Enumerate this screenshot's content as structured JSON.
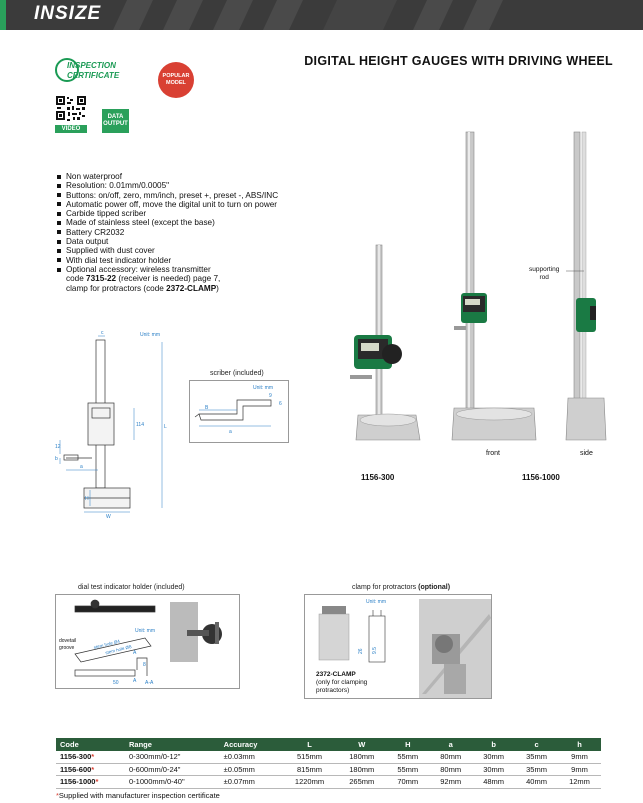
{
  "header": {
    "brand": "INSIZE"
  },
  "title": "DIGITAL HEIGHT GAUGES WITH DRIVING WHEEL",
  "badges": {
    "cert_line1": "INSPECTION",
    "cert_line2": "CERTIFICATE",
    "popular_line1": "POPULAR",
    "popular_line2": "MODEL",
    "video": "VIDEO",
    "data_line1": "DATA",
    "data_line2": "OUTPUT"
  },
  "features": [
    "Non waterproof",
    "Resolution: 0.01mm/0.0005\"",
    "Buttons: on/off, zero, mm/inch, preset +, preset -, ABS/INC",
    "Automatic power off, move the digital unit to turn on power",
    "Carbide tipped scriber",
    "Made of stainless steel (except the base)",
    "Battery CR2032",
    "Data output",
    "Supplied with dust cover",
    "With dial test indicator holder"
  ],
  "optional": {
    "line1": "Optional accessory: wireless transmitter",
    "line2_pre": "code ",
    "line2_code": "7315-22",
    "line2_post": " (receiver is needed) page 7,",
    "line3_pre": "clamp for protractors (code ",
    "line3_code": "2372-CLAMP",
    "line3_post": ")"
  },
  "drawing": {
    "unit": "Unit: mm",
    "c": "c",
    "L": "L",
    "h114": "114",
    "b": "b",
    "h12": "12",
    "a": "a",
    "H": "H",
    "W": "W"
  },
  "scriber": {
    "caption": "scriber (included)",
    "unit": "Unit: mm",
    "a": "a",
    "B": "B",
    "n9": "9",
    "n6": "6"
  },
  "photos": {
    "supporting_rod_line1": "supporting",
    "supporting_rod_line2": "rod",
    "front": "front",
    "side": "side",
    "model_300": "1156-300",
    "model_1000": "1156-1000"
  },
  "dial_holder": {
    "caption": "dial test indicator holder (included)",
    "unit": "Unit: mm",
    "dovetail_line1": "dovetail",
    "dovetail_line2": "groove",
    "stem1": "stem hole Ø4",
    "stem2": "stem hole Ø8",
    "A1": "A",
    "A2": "A",
    "aa": "A-A",
    "n50": "50",
    "n8": "8"
  },
  "clamp": {
    "caption_pre": "clamp for protractors ",
    "caption_opt": "(optional)",
    "unit": "Unit: mm",
    "n26": "26",
    "n95": "9.5",
    "label_code": "2372-CLAMP",
    "label_line2": "(only for clamping",
    "label_line3": "protractors)"
  },
  "table": {
    "headers": [
      "Code",
      "Range",
      "Accuracy",
      "L",
      "W",
      "H",
      "a",
      "b",
      "c",
      "h"
    ],
    "rows": [
      [
        "1156-300",
        "0-300mm/0-12\"",
        "±0.03mm",
        "515mm",
        "180mm",
        "55mm",
        "80mm",
        "30mm",
        "35mm",
        "9mm"
      ],
      [
        "1156-600",
        "0-600mm/0-24\"",
        "±0.05mm",
        "815mm",
        "180mm",
        "55mm",
        "80mm",
        "30mm",
        "35mm",
        "9mm"
      ],
      [
        "1156-1000",
        "0-1000mm/0-40\"",
        "±0.07mm",
        "1220mm",
        "265mm",
        "70mm",
        "92mm",
        "48mm",
        "40mm",
        "12mm"
      ]
    ],
    "star": "*"
  },
  "footnote": {
    "star": "*",
    "text": "Supplied with manufacturer inspection certificate"
  },
  "colors": {
    "brand_green": "#2aa05b",
    "table_header": "#2b5c3a",
    "accent_red": "#d94033"
  }
}
